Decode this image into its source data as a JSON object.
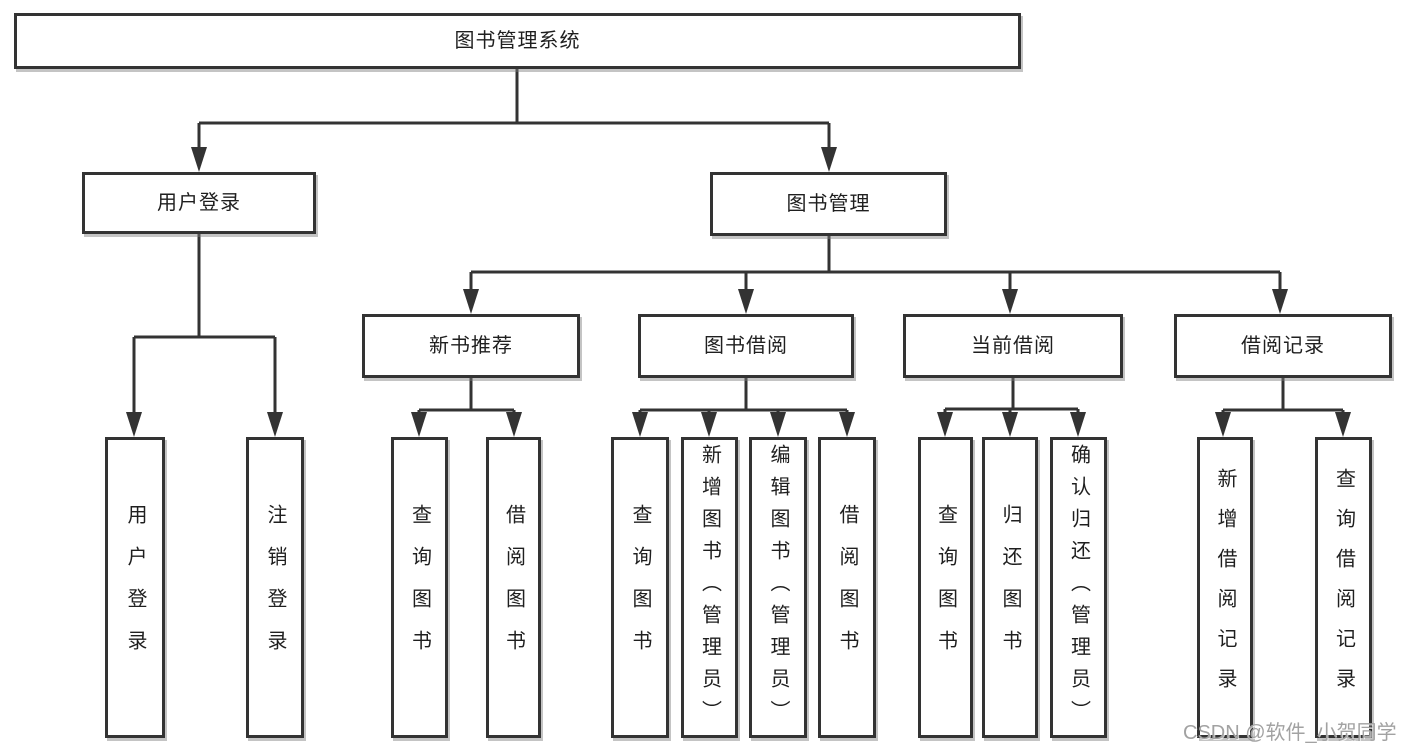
{
  "diagram": {
    "root": {
      "label": "图书管理系统"
    },
    "level2": {
      "user_login": {
        "label": "用户登录"
      },
      "book_mgmt": {
        "label": "图书管理"
      }
    },
    "modules": {
      "new_book": {
        "label": "新书推荐"
      },
      "book_borrow": {
        "label": "图书借阅"
      },
      "current_borrow": {
        "label": "当前借阅"
      },
      "borrow_record": {
        "label": "借阅记录"
      }
    },
    "leaves": {
      "user_login": [
        "用户登录",
        "注销登录"
      ],
      "new_book": [
        "查询图书",
        "借阅图书"
      ],
      "book_borrow": [
        "查询图书",
        "新增图书（管理员）",
        "编辑图书（管理员）",
        "借阅图书"
      ],
      "current_borrow": [
        "查询图书",
        "归还图书",
        "确认归还（管理员）"
      ],
      "borrow_record": [
        "新增借阅记录",
        "查询借阅记录"
      ]
    }
  },
  "watermark": {
    "text": "CSDN @软件_小贺同学"
  },
  "colors": {
    "line": "#333333",
    "box_border": "#333333",
    "text": "#1f1f1f",
    "background": "#ffffff",
    "watermark": "#a2a2a2"
  }
}
